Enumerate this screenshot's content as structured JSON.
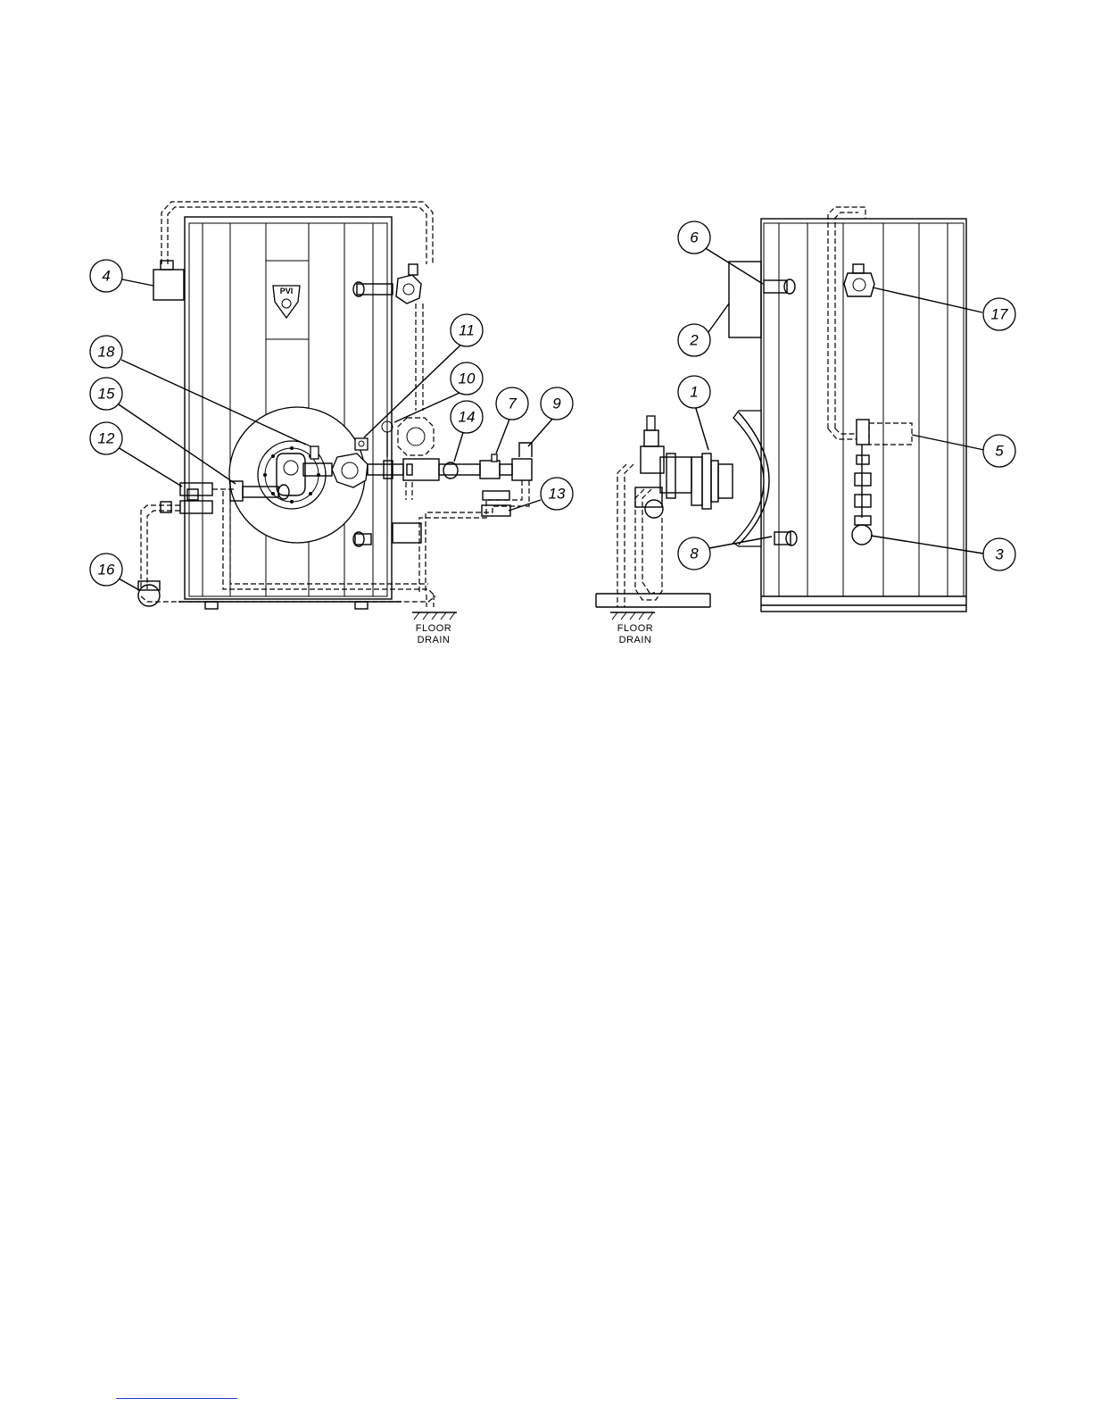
{
  "logo": {
    "text": "PVI"
  },
  "labels": {
    "floor_drain_left_1": "FLOOR",
    "floor_drain_left_2": "DRAIN",
    "floor_drain_right_1": "FLOOR",
    "floor_drain_right_2": "DRAIN"
  },
  "callouts": {
    "c1": "1",
    "c2": "2",
    "c3": "3",
    "c4": "4",
    "c5": "5",
    "c6": "6",
    "c7": "7",
    "c8": "8",
    "c9": "9",
    "c10": "10",
    "c11": "11",
    "c12": "12",
    "c13": "13",
    "c14": "14",
    "c15": "15",
    "c16": "16",
    "c17": "17",
    "c18": "18"
  },
  "colors": {
    "line": "#000000",
    "link_underline": "#1a3fd8"
  }
}
